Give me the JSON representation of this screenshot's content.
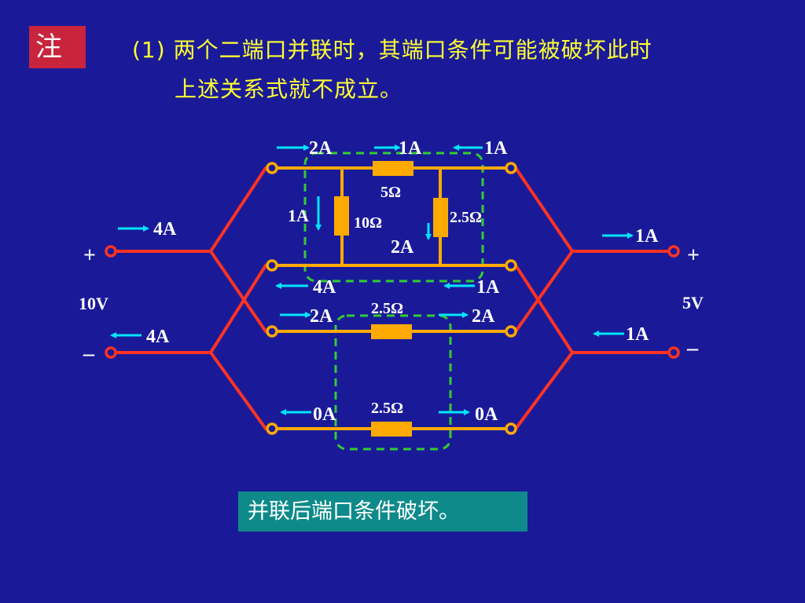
{
  "note_label": "注",
  "title": {
    "line1": "(1) 两个二端口并联时，其端口条件可能被破坏此时",
    "line2": "上述关系式就不成立。"
  },
  "caption": "并联后端口条件破坏。",
  "colors": {
    "background": "#1a1a99",
    "wire_red": "#ff3322",
    "wire_orange": "#ffaa00",
    "resistor": "#ffaa00",
    "arrow": "#00e5ff",
    "dashed_box": "#33cc33",
    "note_badge": "#c8243c",
    "caption_bg": "#0f8a8a",
    "title_text": "#ffff33"
  },
  "circuit": {
    "top_network": {
      "current_top_left": "2A",
      "current_top_mid": "1A",
      "current_top_right": "1A",
      "r_series": "5Ω",
      "r_left_shunt": "10Ω",
      "r_left_current": "1A",
      "r_right_shunt": "2.5Ω",
      "r_right_current": "2A",
      "current_bottom_left": "4A",
      "current_bottom_right": "1A"
    },
    "bottom_network": {
      "current_upper_left": "2A",
      "current_upper_right": "2A",
      "r_upper": "2.5Ω",
      "r_lower": "2.5Ω",
      "current_lower_left": "0A",
      "current_lower_right": "0A"
    },
    "left_port": {
      "plus": "+",
      "minus": "–",
      "voltage": "10V",
      "current_in": "4A",
      "current_out": "4A"
    },
    "right_port": {
      "plus": "+",
      "minus": "–",
      "voltage": "5V",
      "current_out": "1A",
      "current_in": "1A"
    }
  }
}
